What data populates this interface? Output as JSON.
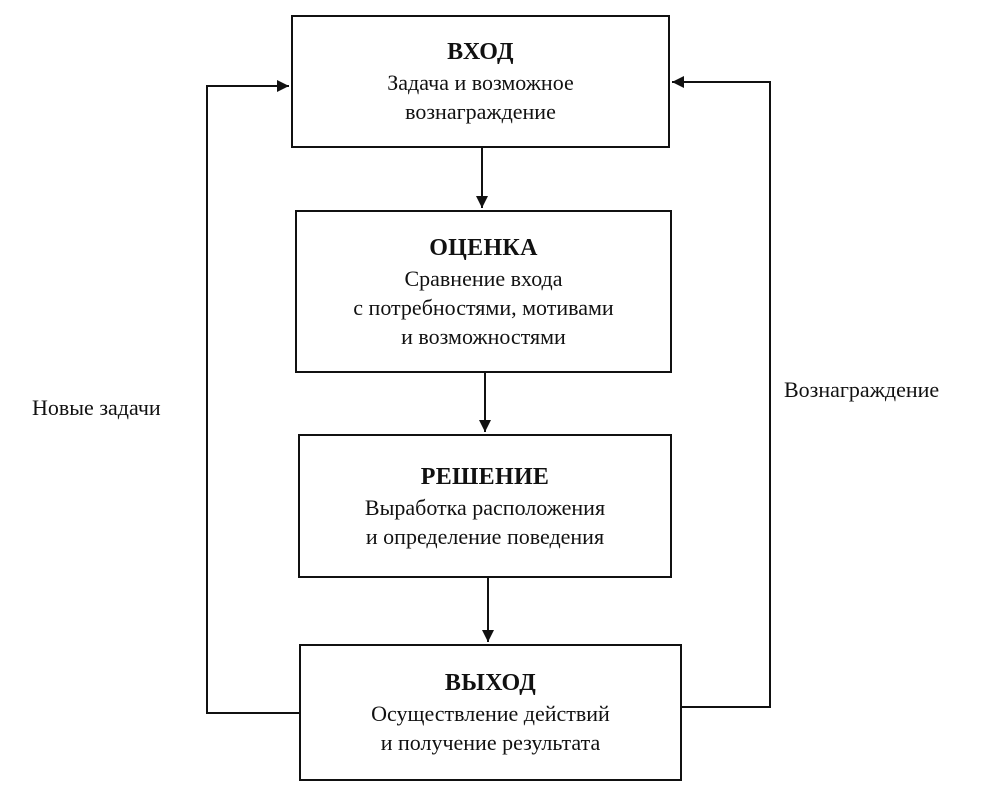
{
  "diagram": {
    "nodes": [
      {
        "title": "ВХОД",
        "lines": [
          "Задача и возможное",
          "вознаграждение"
        ]
      },
      {
        "title": "ОЦЕНКА",
        "lines": [
          "Сравнение входа",
          "с потребностями, мотивами",
          "и возможностями"
        ]
      },
      {
        "title": "РЕШЕНИЕ",
        "lines": [
          "Выработка расположения",
          "и определение поведения"
        ]
      },
      {
        "title": "ВЫХОД",
        "lines": [
          "Осуществление действий",
          "и получение результата"
        ]
      }
    ],
    "feedback": {
      "left_label": "Новые задачи",
      "right_label": "Вознаграждение"
    },
    "colors": {
      "stroke": "#111111",
      "background": "#ffffff"
    }
  }
}
